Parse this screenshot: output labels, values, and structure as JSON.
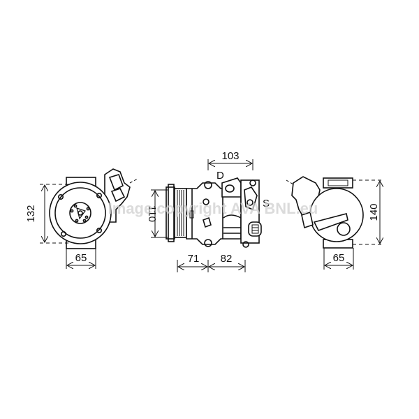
{
  "diagram": {
    "subject": "A/C compressor technical drawing",
    "views": [
      {
        "name": "front-view",
        "dimensions": {
          "height": "132",
          "width": "65"
        }
      },
      {
        "name": "side-view",
        "dimensions": {
          "height": "110",
          "top_width": "103",
          "bottom_left": "71",
          "bottom_right": "82"
        },
        "port_labels": {
          "discharge": "D",
          "suction": "S"
        }
      },
      {
        "name": "rear-view",
        "dimensions": {
          "height": "140",
          "width": "65"
        }
      }
    ],
    "watermark": "Image copyright AVA BNL.eu"
  },
  "colors": {
    "line": "#111111",
    "background": "#ffffff",
    "watermark": "#d0d0d0"
  }
}
